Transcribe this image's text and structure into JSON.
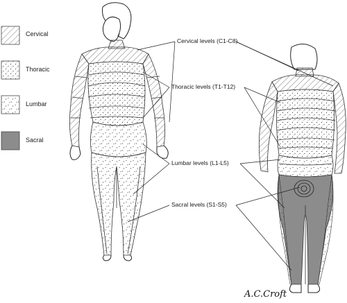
{
  "legend": [
    {
      "key": "cervical",
      "label": "Cervical"
    },
    {
      "key": "thoracic",
      "label": "Thoracic"
    },
    {
      "key": "lumbar",
      "label": "Lumbar"
    },
    {
      "key": "sacral",
      "label": "Sacral"
    }
  ],
  "callouts": {
    "cervical": "Cervical levels (C1-C8)",
    "thoracic": "Thoracic  levels (T1-T12)",
    "lumbar": "Lumbar  levels (L1-L5)",
    "sacral": "Sacral levels (S1-S5)"
  },
  "signature": "A.C.Croft",
  "colors": {
    "sacral_fill": "#8c8c8c",
    "line": "#222222"
  }
}
